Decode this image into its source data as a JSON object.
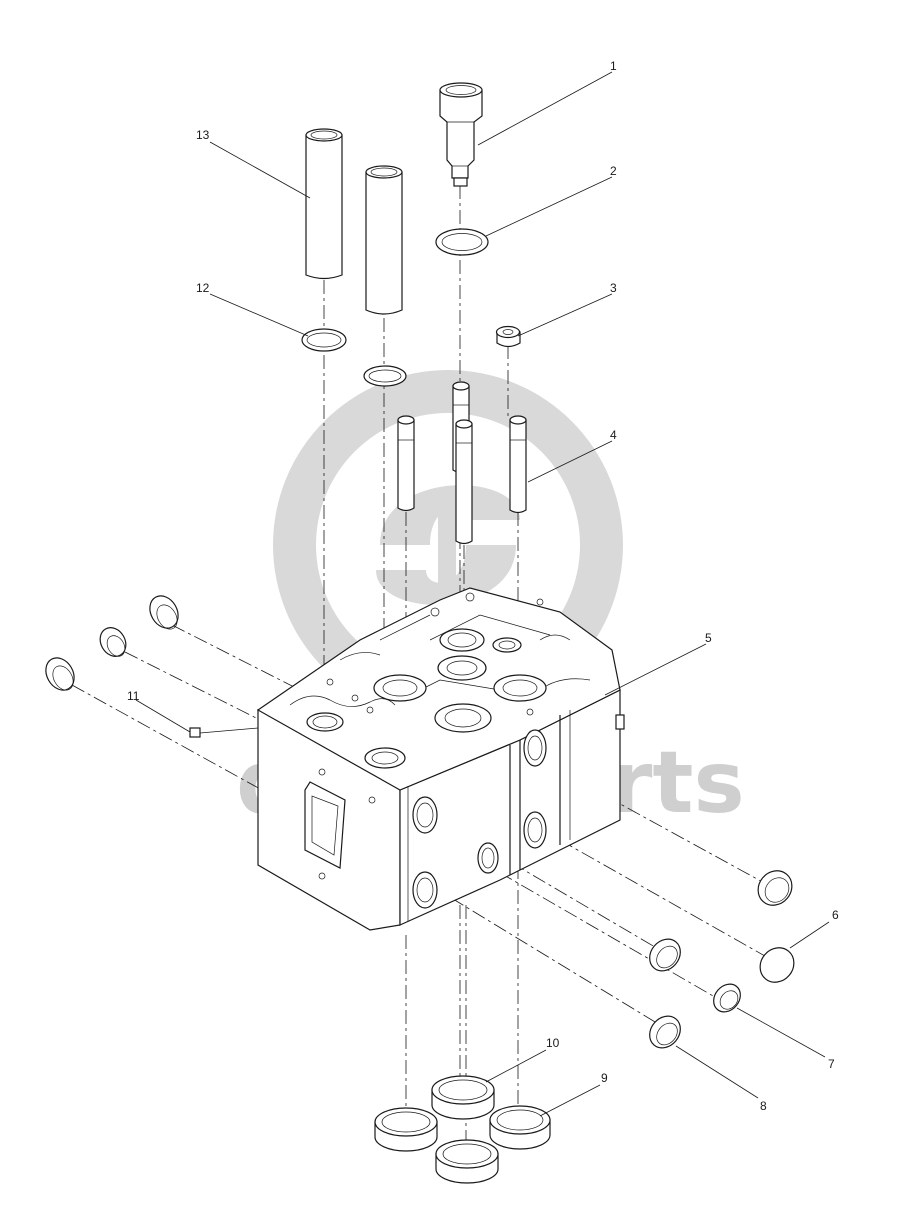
{
  "watermark": {
    "text": "data-parts",
    "color": "#cfcfcf"
  },
  "callouts": [
    {
      "id": "1",
      "label": "1"
    },
    {
      "id": "2",
      "label": "2"
    },
    {
      "id": "3",
      "label": "3"
    },
    {
      "id": "4",
      "label": "4"
    },
    {
      "id": "5",
      "label": "5"
    },
    {
      "id": "6",
      "label": "6"
    },
    {
      "id": "7",
      "label": "7"
    },
    {
      "id": "8",
      "label": "8"
    },
    {
      "id": "9",
      "label": "9"
    },
    {
      "id": "10",
      "label": "10"
    },
    {
      "id": "11",
      "label": "11"
    },
    {
      "id": "12",
      "label": "12"
    },
    {
      "id": "13",
      "label": "13"
    }
  ],
  "colors": {
    "line": "#1a1a1a",
    "watermark": "#cfcfcf",
    "background": "#ffffff"
  }
}
